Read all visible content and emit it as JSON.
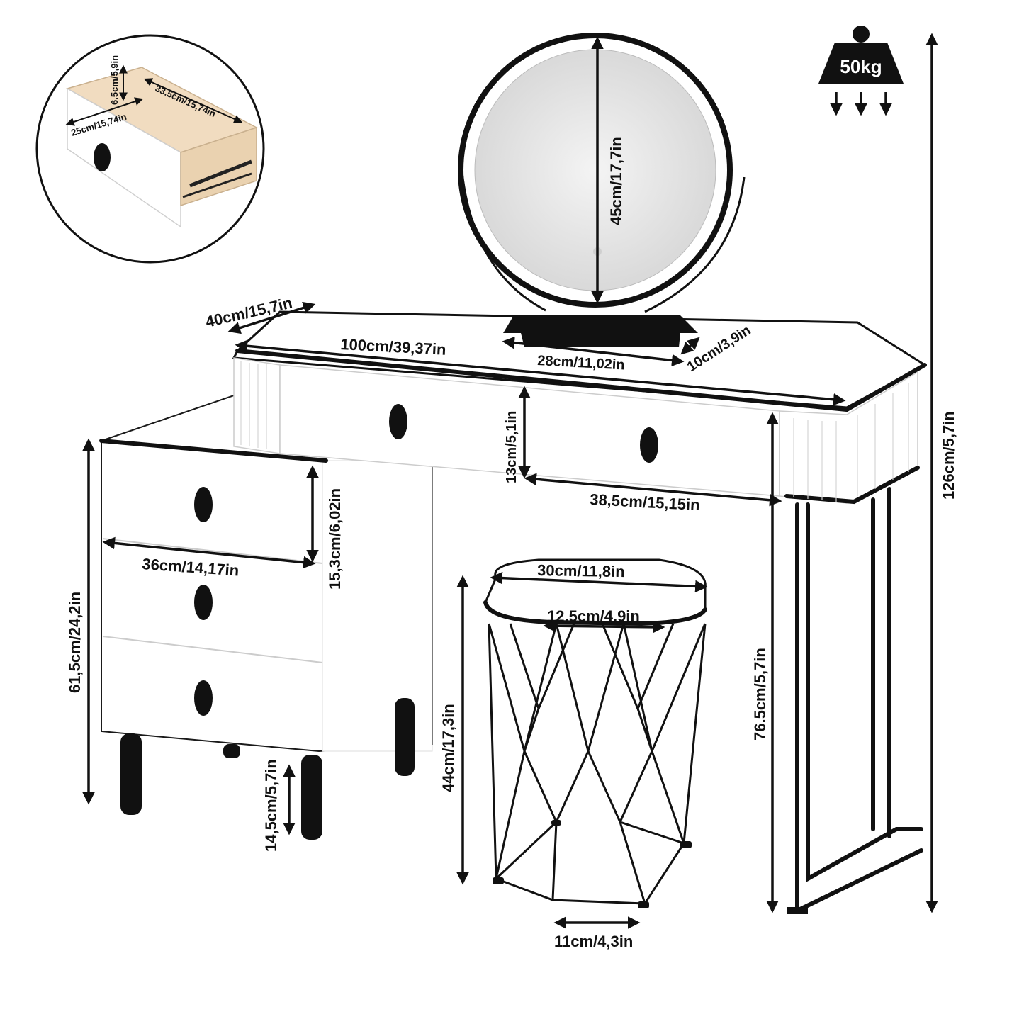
{
  "weight_badge": {
    "label": "50kg",
    "icon": "weight-capacity-icon"
  },
  "colors": {
    "body": "#ffffff",
    "frame": "#111111",
    "drawer_inside": "#f1dcc0",
    "mirror_glass": "#e9e9e9"
  },
  "dimensions": {
    "drawer_detail": {
      "height": "6.5cm/5,9in",
      "depth": "33.5cm/15,74in",
      "width": "25cm/15,74in"
    },
    "table_depth": "40cm/15,7in",
    "table_width": "100cm/39,37in",
    "mirror_height": "45cm/17,7in",
    "mirror_base_width": "28cm/11,02in",
    "mirror_base_depth": "10cm/3,9in",
    "top_drawer_height": "13cm/5,1in",
    "top_drawer_width": "38,5cm/15,15in",
    "total_height": "126cm/5,7in",
    "desk_height": "76.5cm/5,7in",
    "cabinet_height": "61,5cm/24,2in",
    "cabinet_drawer_height": "15,3cm/6,02in",
    "cabinet_drawer_width": "36cm/14,17in",
    "cabinet_leg_height": "14,5cm/5,7in",
    "stool_top_width": "30cm/11,8in",
    "stool_inner_width": "12,5cm/4,9in",
    "stool_height": "44cm/17,3in",
    "stool_base_width": "11cm/4,3in"
  }
}
